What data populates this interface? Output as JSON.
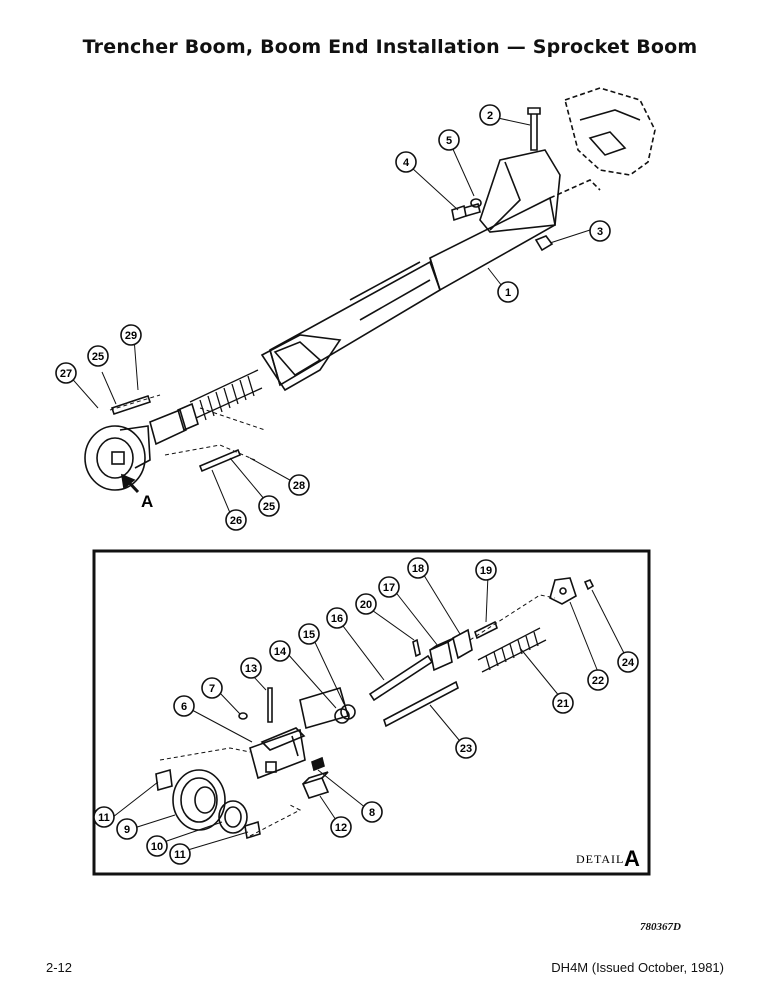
{
  "header": {
    "title": "Trencher Boom, Boom End Installation — Sprocket Boom"
  },
  "callouts_upper": [
    "1",
    "2",
    "3",
    "4",
    "5",
    "25",
    "26",
    "27",
    "28",
    "29",
    "25"
  ],
  "callouts_detail": [
    "6",
    "7",
    "8",
    "9",
    "10",
    "11",
    "11",
    "12",
    "13",
    "14",
    "15",
    "16",
    "17",
    "18",
    "19",
    "20",
    "21",
    "22",
    "23",
    "24"
  ],
  "view_marker": "A",
  "detail": {
    "word": "DETAIL",
    "letter": "A"
  },
  "footer": {
    "drawing_code": "780367D",
    "page": "2-12",
    "doc": "DH4M (Issued October, 1981)"
  }
}
